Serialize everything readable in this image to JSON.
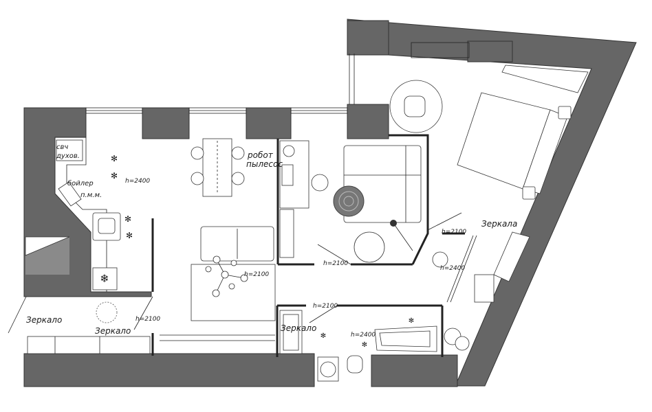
{
  "labels": {
    "microwave_oven": [
      "свч",
      "духов."
    ],
    "boiler": "бойлер",
    "dishwasher": "п.м.м.",
    "robot_vacuum": [
      "робот",
      "пылесос"
    ],
    "mirror_left": "Зеркало",
    "mirror_hall": "Зеркало",
    "mirror_bath": "Зеркало",
    "mirrors_bedroom": "Зеркала",
    "h_kitchen": "h=2400",
    "h_living": "h=2100",
    "h_hall_left": "h=2100",
    "h_study": "h=2100",
    "h_bath_top": "h=2100",
    "h_bath": "h=2400",
    "h_bedroom_door": "h=2100",
    "h_bedroom": "h=2400"
  },
  "colors": {
    "wall": "#666666",
    "line": "#222222",
    "background": "#ffffff"
  }
}
